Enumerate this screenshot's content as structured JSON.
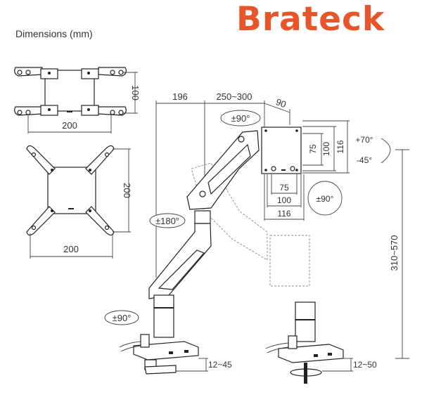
{
  "brand": {
    "name": "Brateck",
    "color": "#E8552A"
  },
  "title": "Dimensions (mm)",
  "vesa_plates": [
    {
      "name": "plate-100",
      "width_label": "200",
      "height_label": "100"
    },
    {
      "name": "plate-200",
      "width_label": "200",
      "height_label": "200"
    }
  ],
  "arm": {
    "dims": {
      "base_to_joint": "196",
      "forearm": "250~300",
      "tilt_head_depth": "90",
      "height_range": "310~570",
      "clamp_range": "12~45",
      "grommet_range": "12~50"
    },
    "rotations": {
      "head_swivel": "±90°",
      "elbow": "±180°",
      "base": "±90°",
      "screen_rotation": "±90°",
      "tilt_up": "+70°",
      "tilt_down": "-45°"
    },
    "head_vesa": {
      "horizontal": [
        "75",
        "100",
        "116"
      ],
      "vertical": [
        "75",
        "100",
        "116"
      ]
    }
  }
}
